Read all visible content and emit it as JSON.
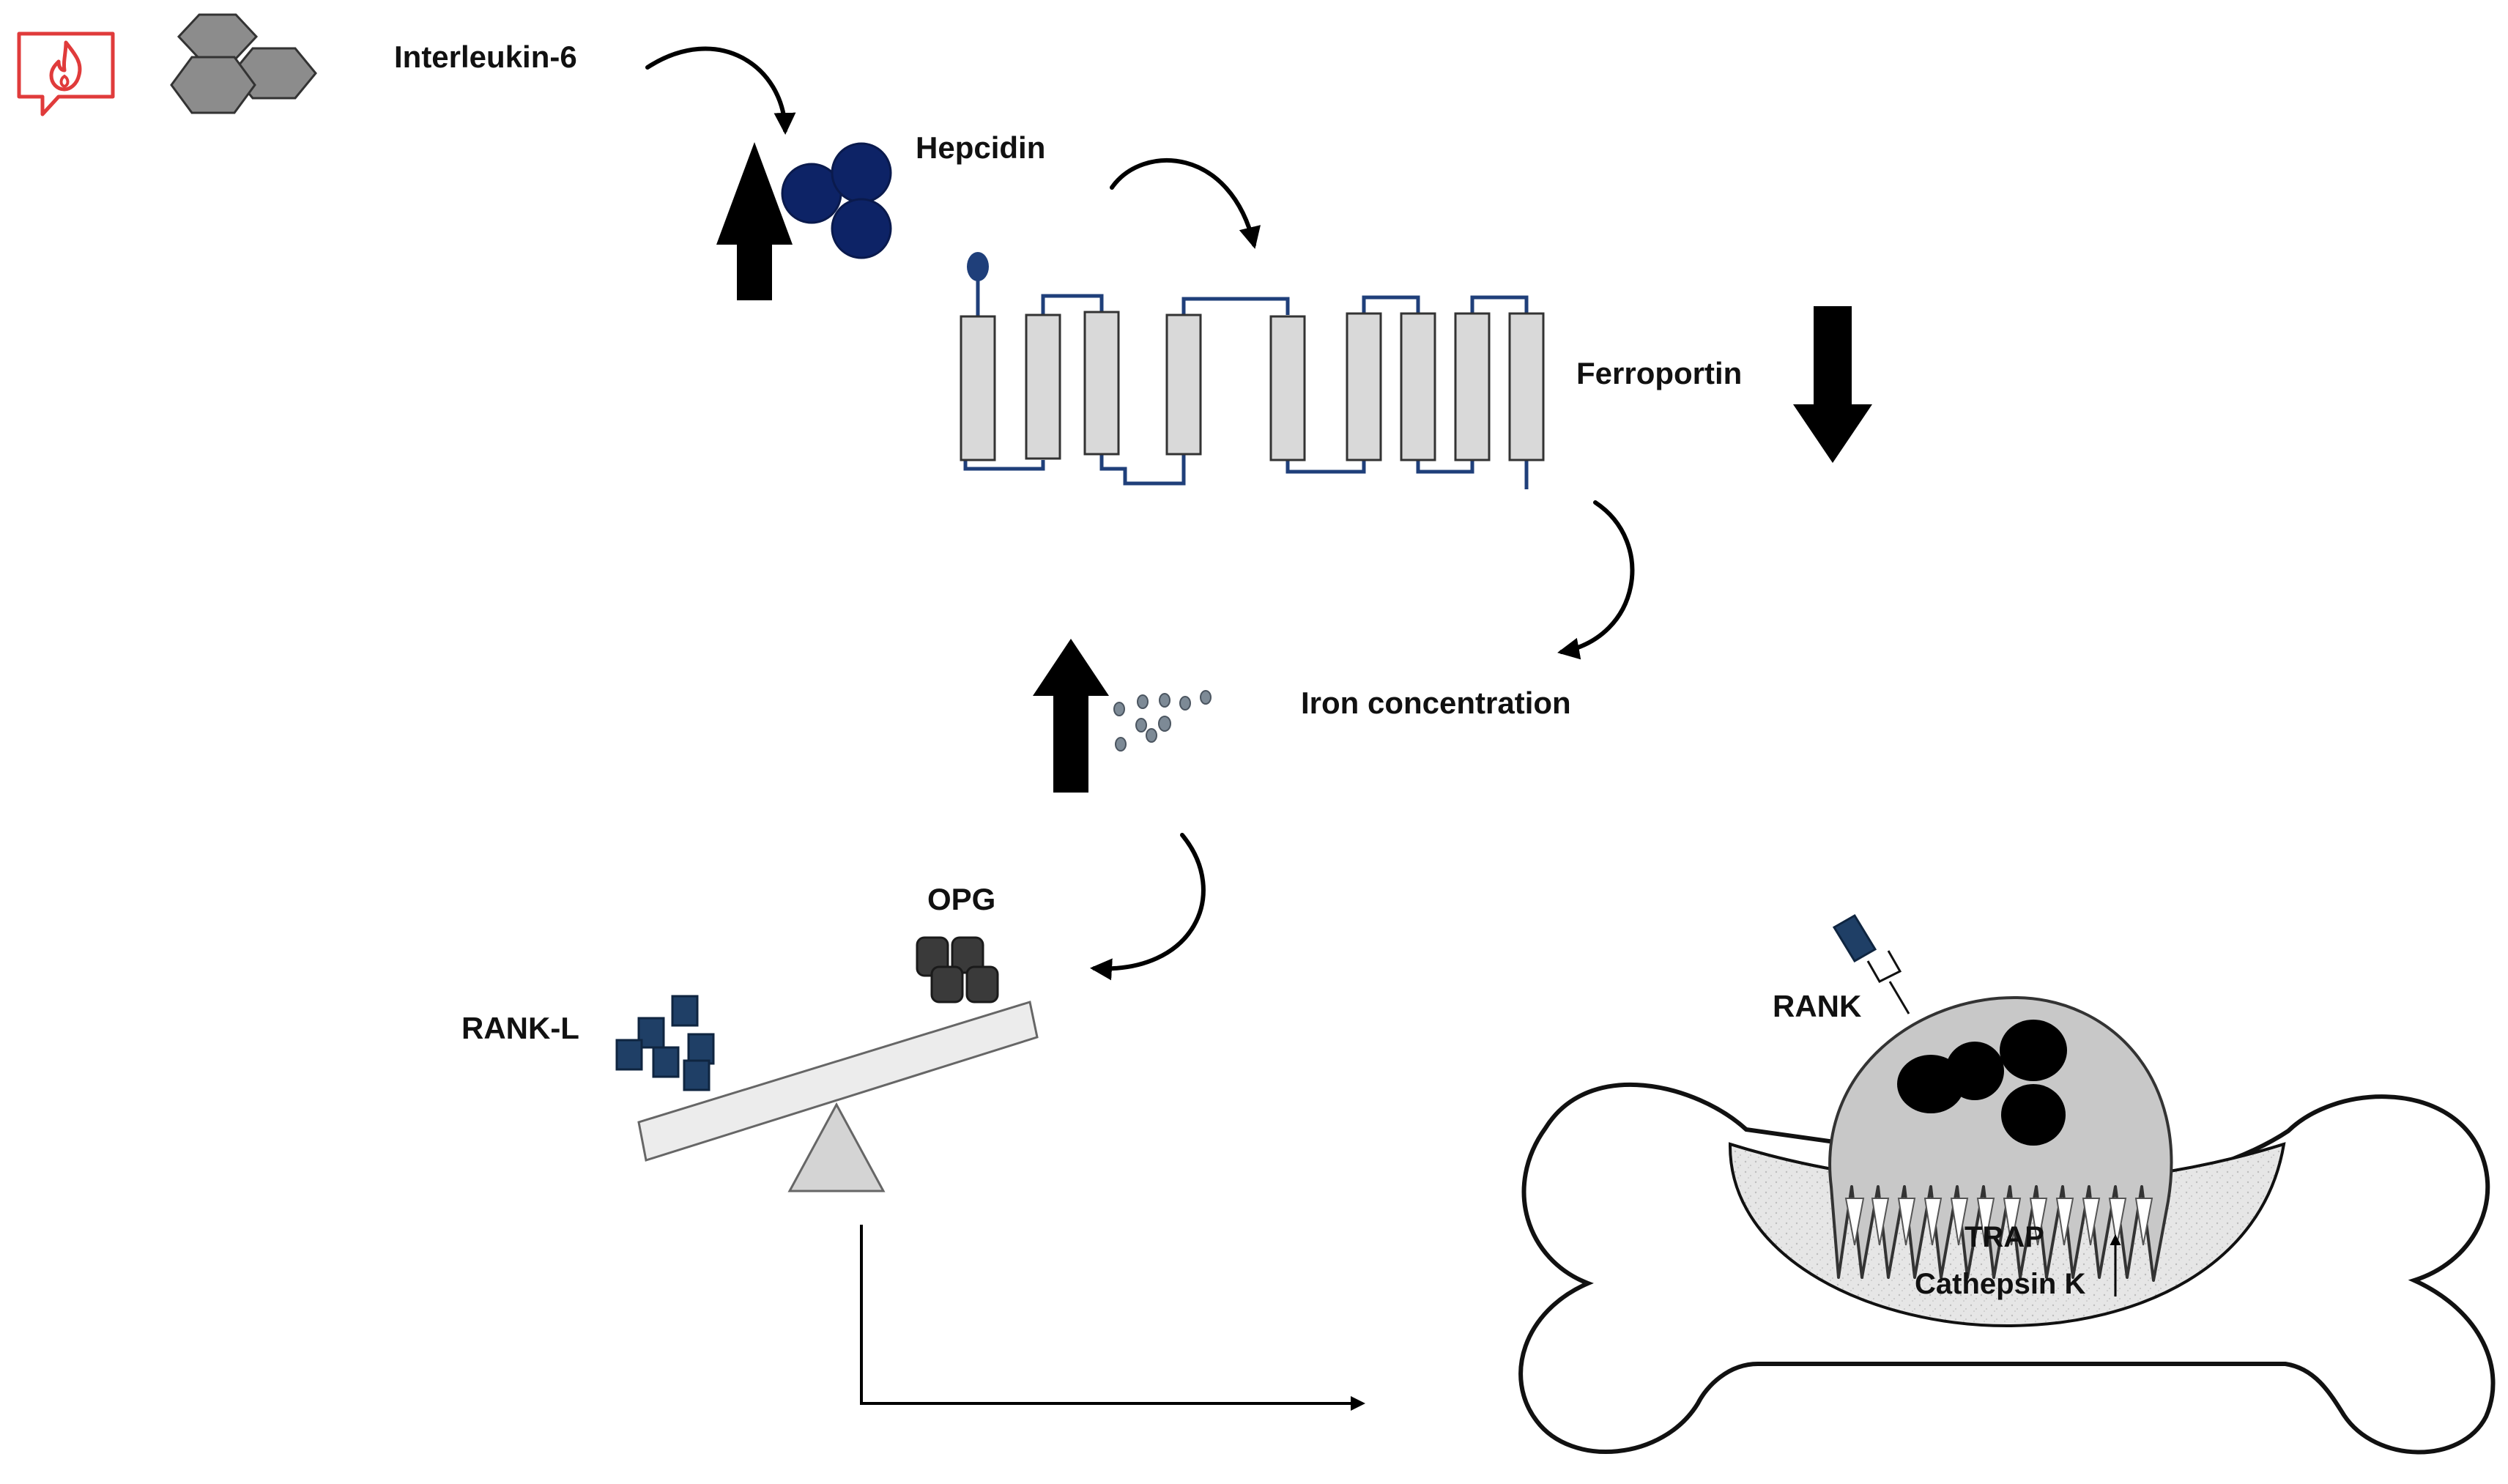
{
  "labels": {
    "interleukin": "Interleukin-6",
    "hepcidin": "Hepcidin",
    "ferroportin": "Ferroportin",
    "iron": "Iron concentration",
    "opg": "OPG",
    "rankl": "RANK-L",
    "rank": "RANK",
    "trap": "TRAP",
    "cathepsin": "Cathepsin K"
  },
  "icons": {
    "inflammation": "flame-speech-bubble-icon"
  },
  "colors": {
    "inflammation_icon": "#e03b3b",
    "hexagon_fill": "#8c8c8c",
    "hepcidin_fill": "#0d2366",
    "ferroportin_fill": "#d9d9d9",
    "ferroportin_loop": "#1f3f7a",
    "rankl_fill": "#1f3f66",
    "opg_fill": "#3a3a3a",
    "iron_dot": "#7d8a96",
    "osteoclast_fill": "#c8c8c8",
    "nucleus_fill": "#000000",
    "bone_matrix": "#e8e8e8"
  }
}
